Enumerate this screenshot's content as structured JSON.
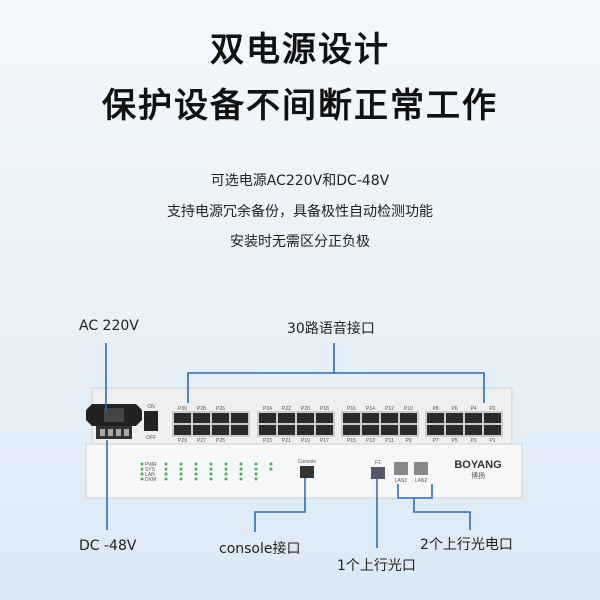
{
  "heading": {
    "line1": "双电源设计",
    "line2": "保护设备不间断正常工作"
  },
  "features": [
    "可选电源AC220V和DC-48V",
    "支持电源冗余备份，具备极性自动检测功能",
    "安装时无需区分正负极"
  ],
  "callouts": {
    "ac": "AC 220V",
    "voice": "30路语音接口",
    "dc": "DC -48V",
    "console": "console接口",
    "fiber": "1个上行光口",
    "uplink": "2个上行光电口"
  },
  "device": {
    "brand": "BOYANG",
    "brand_cn": "博扬",
    "switch_on": "ON",
    "switch_off": "OFF",
    "port_groups": [
      {
        "top": [
          "P30",
          "P28",
          "P26",
          ""
        ],
        "bottom": [
          "P29",
          "P27",
          "P25",
          ""
        ]
      },
      {
        "top": [
          "P24",
          "P22",
          "P20",
          "P18"
        ],
        "bottom": [
          "P23",
          "P21",
          "P19",
          "P17"
        ]
      },
      {
        "top": [
          "P16",
          "P14",
          "P12",
          "P10"
        ],
        "bottom": [
          "P15",
          "P13",
          "P11",
          "P9"
        ]
      },
      {
        "top": [
          "P8",
          "P6",
          "P4",
          "P2"
        ],
        "bottom": [
          "P7",
          "P5",
          "P3",
          "P1"
        ]
      }
    ],
    "status_leds": [
      "PWR",
      "SYS",
      "LAN",
      "DXM"
    ],
    "console_label": "Console",
    "sfp_label": "F1",
    "lan_labels": [
      "LAN1",
      "LAN2"
    ],
    "accent_color": "#2f6db5"
  }
}
